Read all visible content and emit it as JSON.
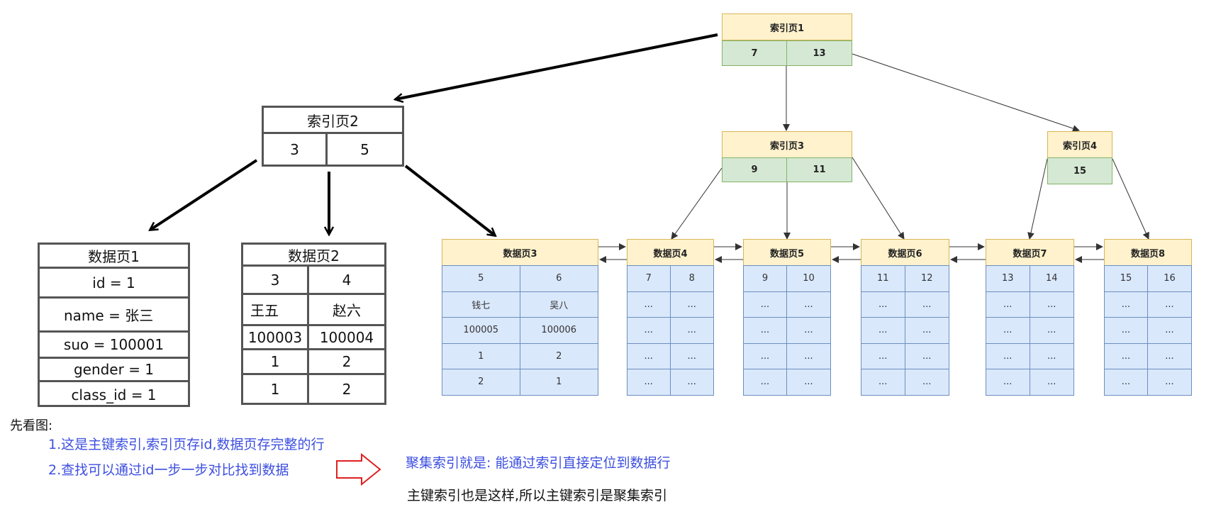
{
  "left_diagram": {
    "index_page2": {
      "title": "索引页2",
      "keys": [
        "3",
        "5"
      ]
    },
    "data_page1": {
      "title": "数据页1",
      "rows": [
        "id = 1",
        "name = 张三",
        "suo = 100001",
        "gender = 1",
        "class_id = 1"
      ]
    },
    "data_page2": {
      "title": "数据页2",
      "rows": [
        [
          "3",
          "4"
        ],
        [
          "王五",
          "赵六"
        ],
        [
          "100003",
          "100004"
        ],
        [
          "1",
          "2"
        ],
        [
          "1",
          "2"
        ]
      ]
    }
  },
  "tree": {
    "index_page1": {
      "title": "索引页1",
      "keys": [
        "7",
        "13"
      ]
    },
    "index_page3": {
      "title": "索引页3",
      "keys": [
        "9",
        "11"
      ]
    },
    "index_page4": {
      "title": "索引页4",
      "keys": [
        "15"
      ]
    },
    "data_pages": [
      {
        "title": "数据页3",
        "rows": [
          [
            "5",
            "6"
          ],
          [
            "钱七",
            "吴八"
          ],
          [
            "100005",
            "100006"
          ],
          [
            "1",
            "2"
          ],
          [
            "2",
            "1"
          ]
        ]
      },
      {
        "title": "数据页4",
        "rows": [
          [
            "7",
            "8"
          ],
          [
            "...",
            "..."
          ],
          [
            "...",
            "..."
          ],
          [
            "...",
            "..."
          ],
          [
            "...",
            "..."
          ]
        ]
      },
      {
        "title": "数据页5",
        "rows": [
          [
            "9",
            "10"
          ],
          [
            "...",
            "..."
          ],
          [
            "...",
            "..."
          ],
          [
            "...",
            "..."
          ],
          [
            "...",
            "..."
          ]
        ]
      },
      {
        "title": "数据页6",
        "rows": [
          [
            "11",
            "12"
          ],
          [
            "...",
            "..."
          ],
          [
            "...",
            "..."
          ],
          [
            "...",
            "..."
          ],
          [
            "...",
            "..."
          ]
        ]
      },
      {
        "title": "数据页7",
        "rows": [
          [
            "13",
            "14"
          ],
          [
            "...",
            "..."
          ],
          [
            "...",
            "..."
          ],
          [
            "...",
            "..."
          ],
          [
            "...",
            "..."
          ]
        ]
      },
      {
        "title": "数据页8",
        "rows": [
          [
            "15",
            "16"
          ],
          [
            "...",
            "..."
          ],
          [
            "...",
            "..."
          ],
          [
            "...",
            "..."
          ],
          [
            "...",
            "..."
          ]
        ]
      }
    ]
  },
  "notes": {
    "heading": "先看图:",
    "line1": "1.这是主键索引,索引页存id,数据页存完整的行",
    "line2": "2.查找可以通过id一步一步对比找到数据",
    "definition": "聚集索引就是: 能通过索引直接定位到数据行",
    "conclusion": "主键索引也是这样,所以主键索引是聚集索引"
  },
  "colors": {
    "note_blue": "#3d4fe0",
    "header_fill": "#fff2cc",
    "key_fill": "#d5e8d4",
    "data_fill": "#dae8fc",
    "arrow_red": "#e02020"
  }
}
